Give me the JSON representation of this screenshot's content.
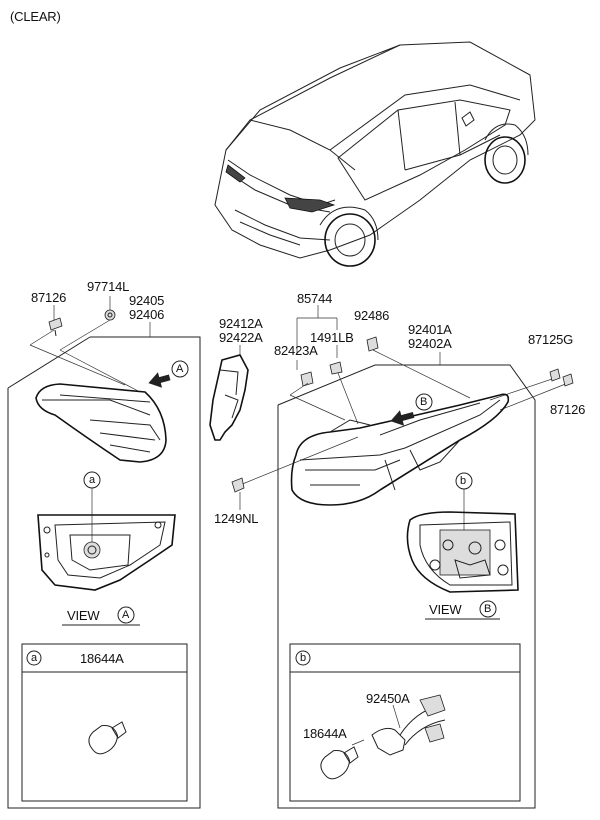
{
  "title": "(CLEAR)",
  "parts": {
    "p87126_left": "87126",
    "p97714L": "97714L",
    "p92405": "92405",
    "p92406": "92406",
    "p92412A": "92412A",
    "p92422A": "92422A",
    "p85744": "85744",
    "p92486": "92486",
    "p1491LB": "1491LB",
    "p82423A": "82423A",
    "p92401A": "92401A",
    "p92402A": "92402A",
    "p87125G": "87125G",
    "p87126_right": "87126",
    "p1249NL": "1249NL",
    "p18644A_left": "18644A",
    "p18644A_right": "18644A",
    "p92450A": "92450A"
  },
  "views": {
    "view_a_text": "VIEW",
    "view_a_letter": "A",
    "view_b_text": "VIEW",
    "view_b_letter": "B",
    "callout_a": "A",
    "callout_b": "B",
    "detail_a": "a",
    "detail_b": "b",
    "box_a": "a",
    "box_b": "b"
  }
}
